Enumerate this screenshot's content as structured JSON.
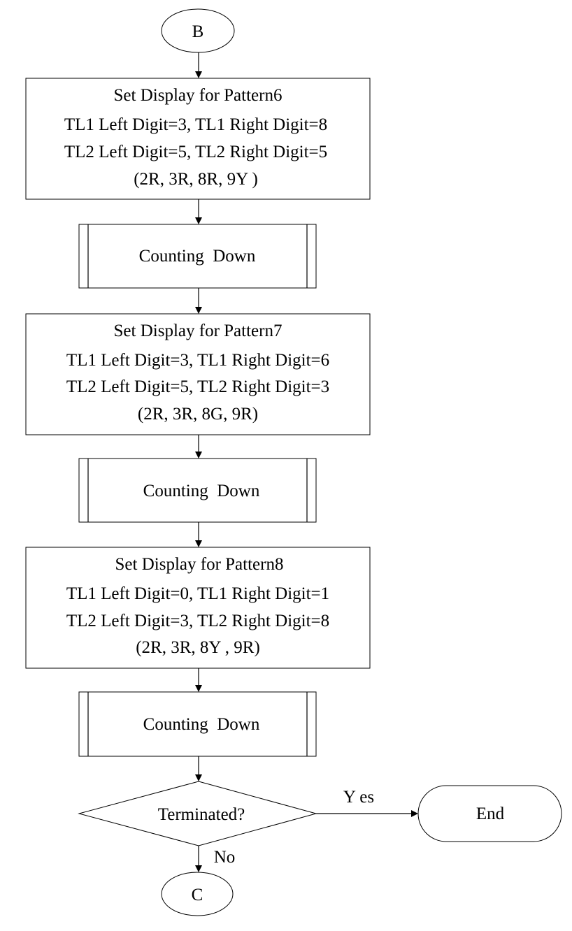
{
  "connectors": {
    "start": "B",
    "end": "C"
  },
  "blocks": [
    {
      "title": "Set Display for Pattern6",
      "line1": "TL1 Left Digit=3, TL1 Right Digit=8",
      "line2": "TL2 Left Digit=5, TL2 Right Digit=5",
      "lights": "(2R, 3R, 8R, 9Y )"
    },
    {
      "title": "Set Display for Pattern7",
      "line1": "TL1 Left Digit=3, TL1 Right Digit=6",
      "line2": "TL2 Left Digit=5, TL2 Right Digit=3",
      "lights": "(2R, 3R, 8G, 9R)"
    },
    {
      "title": "Set Display for Pattern8",
      "line1": "TL1 Left Digit=0, TL1 Right Digit=1",
      "line2": "TL2 Left Digit=3, TL2 Right Digit=8",
      "lights": "(2R, 3R, 8Y , 9R)"
    }
  ],
  "subroutines": [
    {
      "label": "Counting  Down"
    },
    {
      "label": "Counting  Down"
    },
    {
      "label": "Counting  Down"
    }
  ],
  "decision": {
    "question": "Terminated?",
    "yes_label": "Y es",
    "no_label": "No"
  },
  "terminal": {
    "label": "End"
  }
}
